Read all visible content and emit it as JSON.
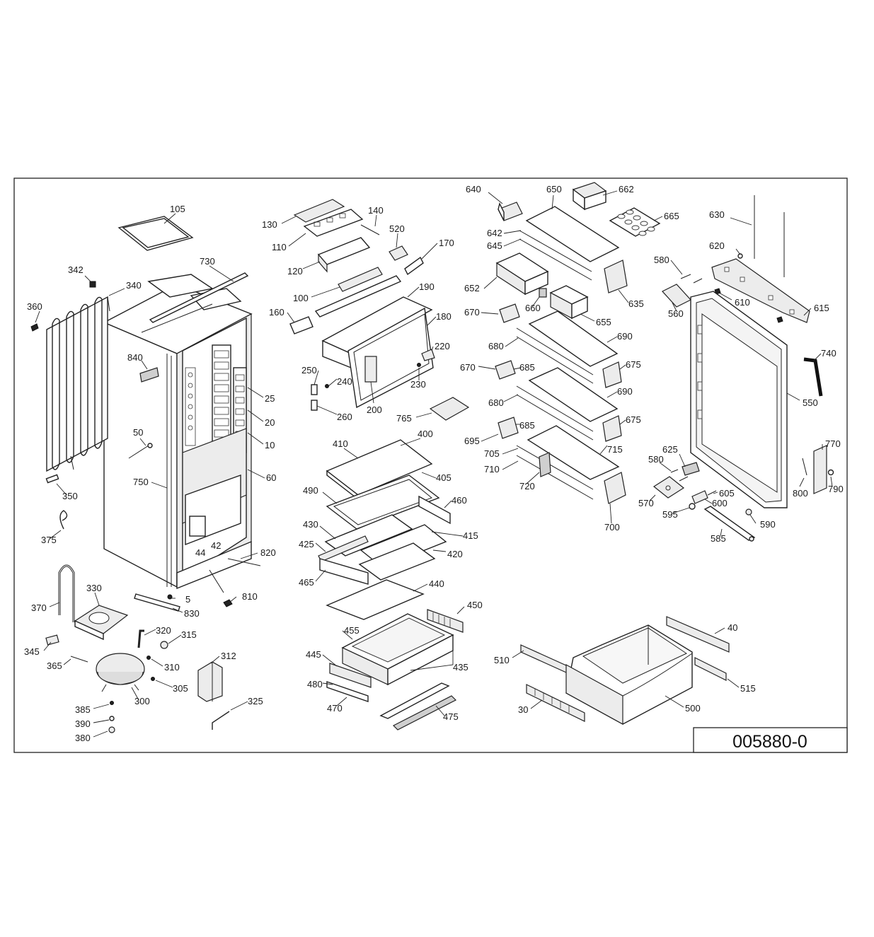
{
  "drawing": {
    "reference_number": "005880-0",
    "callouts": [
      {
        "id": "105",
        "label": "105"
      },
      {
        "id": "730",
        "label": "730"
      },
      {
        "id": "342",
        "label": "342"
      },
      {
        "id": "340",
        "label": "340"
      },
      {
        "id": "360",
        "label": "360"
      },
      {
        "id": "840",
        "label": "840"
      },
      {
        "id": "25",
        "label": "25"
      },
      {
        "id": "20",
        "label": "20"
      },
      {
        "id": "10",
        "label": "10"
      },
      {
        "id": "50",
        "label": "50"
      },
      {
        "id": "60",
        "label": "60"
      },
      {
        "id": "750",
        "label": "750"
      },
      {
        "id": "350",
        "label": "350"
      },
      {
        "id": "375",
        "label": "375"
      },
      {
        "id": "44",
        "label": "44"
      },
      {
        "id": "42",
        "label": "42"
      },
      {
        "id": "820",
        "label": "820"
      },
      {
        "id": "5",
        "label": "5"
      },
      {
        "id": "810",
        "label": "810"
      },
      {
        "id": "830",
        "label": "830"
      },
      {
        "id": "370",
        "label": "370"
      },
      {
        "id": "330",
        "label": "330"
      },
      {
        "id": "320",
        "label": "320"
      },
      {
        "id": "315",
        "label": "315"
      },
      {
        "id": "345",
        "label": "345"
      },
      {
        "id": "365",
        "label": "365"
      },
      {
        "id": "310",
        "label": "310"
      },
      {
        "id": "312",
        "label": "312"
      },
      {
        "id": "305",
        "label": "305"
      },
      {
        "id": "300",
        "label": "300"
      },
      {
        "id": "385",
        "label": "385"
      },
      {
        "id": "390",
        "label": "390"
      },
      {
        "id": "380",
        "label": "380"
      },
      {
        "id": "325",
        "label": "325"
      },
      {
        "id": "130",
        "label": "130"
      },
      {
        "id": "140",
        "label": "140"
      },
      {
        "id": "110",
        "label": "110"
      },
      {
        "id": "520",
        "label": "520"
      },
      {
        "id": "170",
        "label": "170"
      },
      {
        "id": "120",
        "label": "120"
      },
      {
        "id": "100",
        "label": "100"
      },
      {
        "id": "190",
        "label": "190"
      },
      {
        "id": "160",
        "label": "160"
      },
      {
        "id": "180",
        "label": "180"
      },
      {
        "id": "220",
        "label": "220"
      },
      {
        "id": "250",
        "label": "250"
      },
      {
        "id": "230",
        "label": "230"
      },
      {
        "id": "240",
        "label": "240"
      },
      {
        "id": "200",
        "label": "200"
      },
      {
        "id": "260",
        "label": "260"
      },
      {
        "id": "765",
        "label": "765"
      },
      {
        "id": "410",
        "label": "410"
      },
      {
        "id": "400",
        "label": "400"
      },
      {
        "id": "405",
        "label": "405"
      },
      {
        "id": "490",
        "label": "490"
      },
      {
        "id": "460",
        "label": "460"
      },
      {
        "id": "430",
        "label": "430"
      },
      {
        "id": "415",
        "label": "415"
      },
      {
        "id": "425",
        "label": "425"
      },
      {
        "id": "420",
        "label": "420"
      },
      {
        "id": "465",
        "label": "465"
      },
      {
        "id": "440",
        "label": "440"
      },
      {
        "id": "450",
        "label": "450"
      },
      {
        "id": "455",
        "label": "455"
      },
      {
        "id": "445",
        "label": "445"
      },
      {
        "id": "435",
        "label": "435"
      },
      {
        "id": "480",
        "label": "480"
      },
      {
        "id": "470",
        "label": "470"
      },
      {
        "id": "475",
        "label": "475"
      },
      {
        "id": "640",
        "label": "640"
      },
      {
        "id": "650",
        "label": "650"
      },
      {
        "id": "662",
        "label": "662"
      },
      {
        "id": "665",
        "label": "665"
      },
      {
        "id": "642",
        "label": "642"
      },
      {
        "id": "645",
        "label": "645"
      },
      {
        "id": "652",
        "label": "652"
      },
      {
        "id": "635",
        "label": "635"
      },
      {
        "id": "660",
        "label": "660"
      },
      {
        "id": "670a",
        "label": "670"
      },
      {
        "id": "655",
        "label": "655"
      },
      {
        "id": "690a",
        "label": "690"
      },
      {
        "id": "680a",
        "label": "680"
      },
      {
        "id": "670b",
        "label": "670"
      },
      {
        "id": "685a",
        "label": "685"
      },
      {
        "id": "675a",
        "label": "675"
      },
      {
        "id": "690b",
        "label": "690"
      },
      {
        "id": "680b",
        "label": "680"
      },
      {
        "id": "675b",
        "label": "675"
      },
      {
        "id": "695",
        "label": "695"
      },
      {
        "id": "685b",
        "label": "685"
      },
      {
        "id": "715",
        "label": "715"
      },
      {
        "id": "705",
        "label": "705"
      },
      {
        "id": "710",
        "label": "710"
      },
      {
        "id": "720",
        "label": "720"
      },
      {
        "id": "700",
        "label": "700"
      },
      {
        "id": "630",
        "label": "630"
      },
      {
        "id": "620",
        "label": "620"
      },
      {
        "id": "580a",
        "label": "580"
      },
      {
        "id": "610",
        "label": "610"
      },
      {
        "id": "615",
        "label": "615"
      },
      {
        "id": "560",
        "label": "560"
      },
      {
        "id": "740",
        "label": "740"
      },
      {
        "id": "550",
        "label": "550"
      },
      {
        "id": "625",
        "label": "625"
      },
      {
        "id": "580b",
        "label": "580"
      },
      {
        "id": "770",
        "label": "770"
      },
      {
        "id": "605",
        "label": "605"
      },
      {
        "id": "570",
        "label": "570"
      },
      {
        "id": "600",
        "label": "600"
      },
      {
        "id": "800",
        "label": "800"
      },
      {
        "id": "790",
        "label": "790"
      },
      {
        "id": "595",
        "label": "595"
      },
      {
        "id": "590",
        "label": "590"
      },
      {
        "id": "585",
        "label": "585"
      },
      {
        "id": "40",
        "label": "40"
      },
      {
        "id": "510",
        "label": "510"
      },
      {
        "id": "515",
        "label": "515"
      },
      {
        "id": "500",
        "label": "500"
      },
      {
        "id": "30",
        "label": "30"
      }
    ]
  }
}
